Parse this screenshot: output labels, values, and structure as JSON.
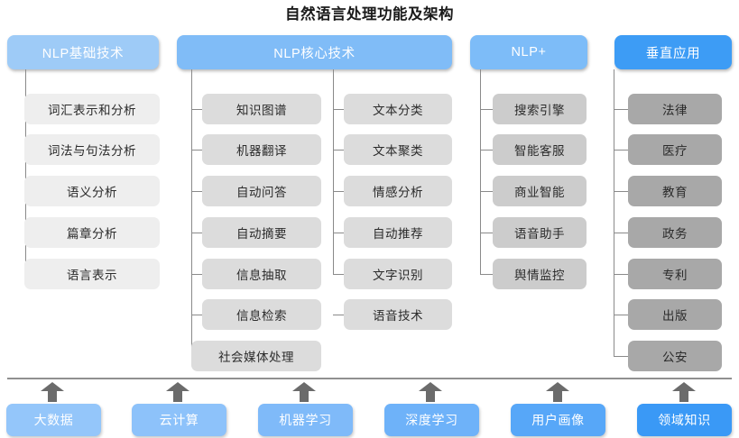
{
  "title": "自然语言处理功能及架构",
  "columns": [
    {
      "key": "basic",
      "header": "NLP基础技术",
      "items": [
        "词汇表示和分析",
        "词法与句法分析",
        "语义分析",
        "篇章分析",
        "语言表示"
      ]
    },
    {
      "key": "core",
      "header": "NLP核心技术",
      "items_left": [
        "知识图谱",
        "机器翻译",
        "自动问答",
        "自动摘要",
        "信息抽取",
        "信息检索"
      ],
      "items_right": [
        "文本分类",
        "文本聚类",
        "情感分析",
        "自动推荐",
        "文字识别",
        "语音技术"
      ],
      "items_wide": [
        "社会媒体处理"
      ]
    },
    {
      "key": "plus",
      "header": "NLP+",
      "items": [
        "搜索引擎",
        "智能客服",
        "商业智能",
        "语音助手",
        "舆情监控"
      ]
    },
    {
      "key": "vertical",
      "header": "垂直应用",
      "items": [
        "法律",
        "医疗",
        "教育",
        "政务",
        "专利",
        "出版",
        "公安"
      ]
    }
  ],
  "foundation": {
    "items": [
      "大数据",
      "云计算",
      "机器学习",
      "深度学习",
      "用户画像",
      "领域知识"
    ],
    "arrow_icon": "up-arrow-icon"
  },
  "colors": {
    "header_basic": "#9ecbf7",
    "header_core": "#80bcf7",
    "header_plus": "#7dbcf8",
    "header_vertical": "#3d9cf5",
    "leaf_basic": "#eeeeee",
    "leaf_core": "#dcdcdc",
    "leaf_plus": "#cccccc",
    "leaf_vertical": "#a8a8a8",
    "connector": "#8a8a8a",
    "divider": "#909090",
    "arrow": "#6b6b6b"
  }
}
